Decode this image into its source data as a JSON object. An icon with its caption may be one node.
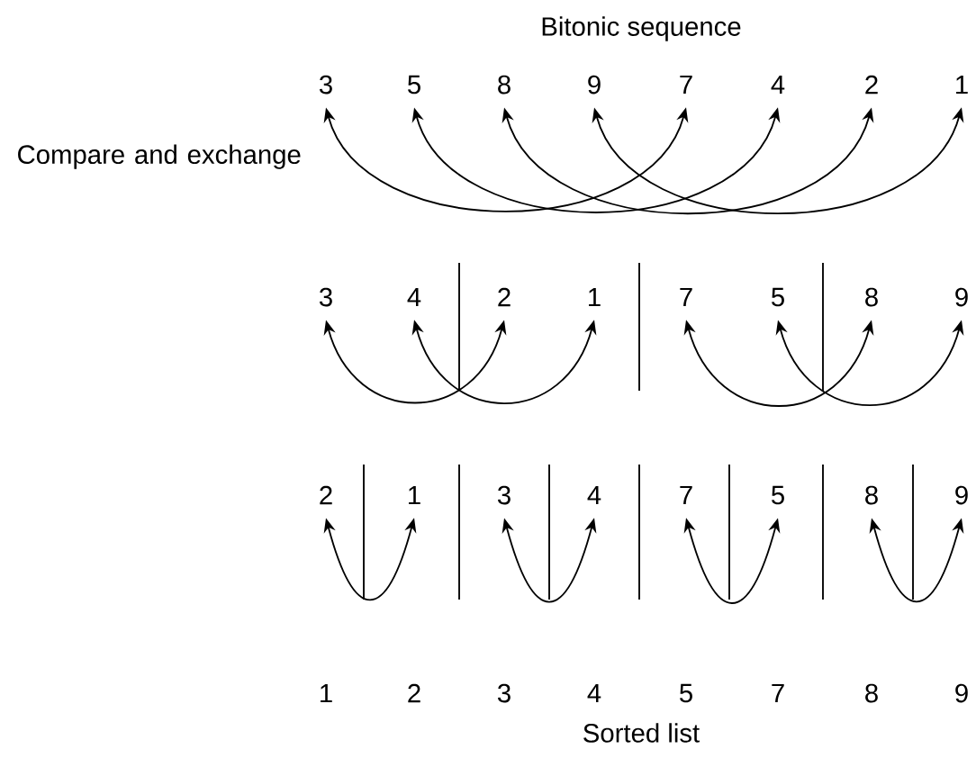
{
  "diagram": {
    "title": "Bitonic sequence",
    "nodes": [
      {
        "text": [
          "3"
        ]
      },
      {
        "text": [
          "5"
        ]
      },
      {
        "text": [
          "8"
        ]
      },
      {
        "text": [
          "9"
        ]
      },
      {
        "text": [
          "7"
        ]
      },
      {
        "text": [
          "4"
        ]
      },
      {
        "text": [
          "2"
        ]
      },
      {
        "text": [
          "1"
        ]
      },
      {
        "text": [
          "3"
        ]
      },
      {
        "text": [
          "4"
        ]
      },
      {
        "text": [
          "2"
        ]
      },
      {
        "text": [
          "1"
        ]
      },
      {
        "text": [
          "7"
        ]
      },
      {
        "text": [
          "5"
        ]
      },
      {
        "text": [
          "8"
        ]
      },
      {
        "text": [
          "9"
        ]
      },
      {
        "text": [
          "2"
        ]
      },
      {
        "text": [
          "1"
        ]
      },
      {
        "text": [
          "3"
        ]
      },
      {
        "text": [
          "4"
        ]
      },
      {
        "text": [
          "7"
        ]
      },
      {
        "text": [
          "5"
        ]
      },
      {
        "text": [
          "8"
        ]
      },
      {
        "text": [
          "9"
        ]
      },
      {
        "text": [
          "1"
        ]
      },
      {
        "text": [
          "2"
        ]
      },
      {
        "text": [
          "3"
        ]
      },
      {
        "text": [
          "4"
        ]
      },
      {
        "text": [
          "5"
        ]
      },
      {
        "text": [
          "7"
        ]
      },
      {
        "text": [
          "8"
        ]
      },
      {
        "text": [
          "9"
        ]
      }
    ],
    "edges": [
      {
        "from": 0,
        "to": 4,
        "arrow": "both"
      },
      {
        "from": 1,
        "to": 5,
        "arrow": "both"
      },
      {
        "from": 2,
        "to": 6,
        "arrow": "both"
      },
      {
        "from": 3,
        "to": 7,
        "arrow": "both"
      },
      {
        "from": 8,
        "to": 10,
        "arrow": "both"
      },
      {
        "from": 9,
        "to": 11,
        "arrow": "both"
      },
      {
        "from": 12,
        "to": 14,
        "arrow": "both"
      },
      {
        "from": 13,
        "to": 15,
        "arrow": "both"
      },
      {
        "from": 16,
        "to": 17,
        "arrow": "both"
      },
      {
        "from": 18,
        "to": 19,
        "arrow": "both"
      },
      {
        "from": 20,
        "to": 21,
        "arrow": "both"
      },
      {
        "from": 22,
        "to": 23,
        "arrow": "both"
      }
    ],
    "labels": [
      "Compare and exchange",
      "Sorted list"
    ]
  }
}
